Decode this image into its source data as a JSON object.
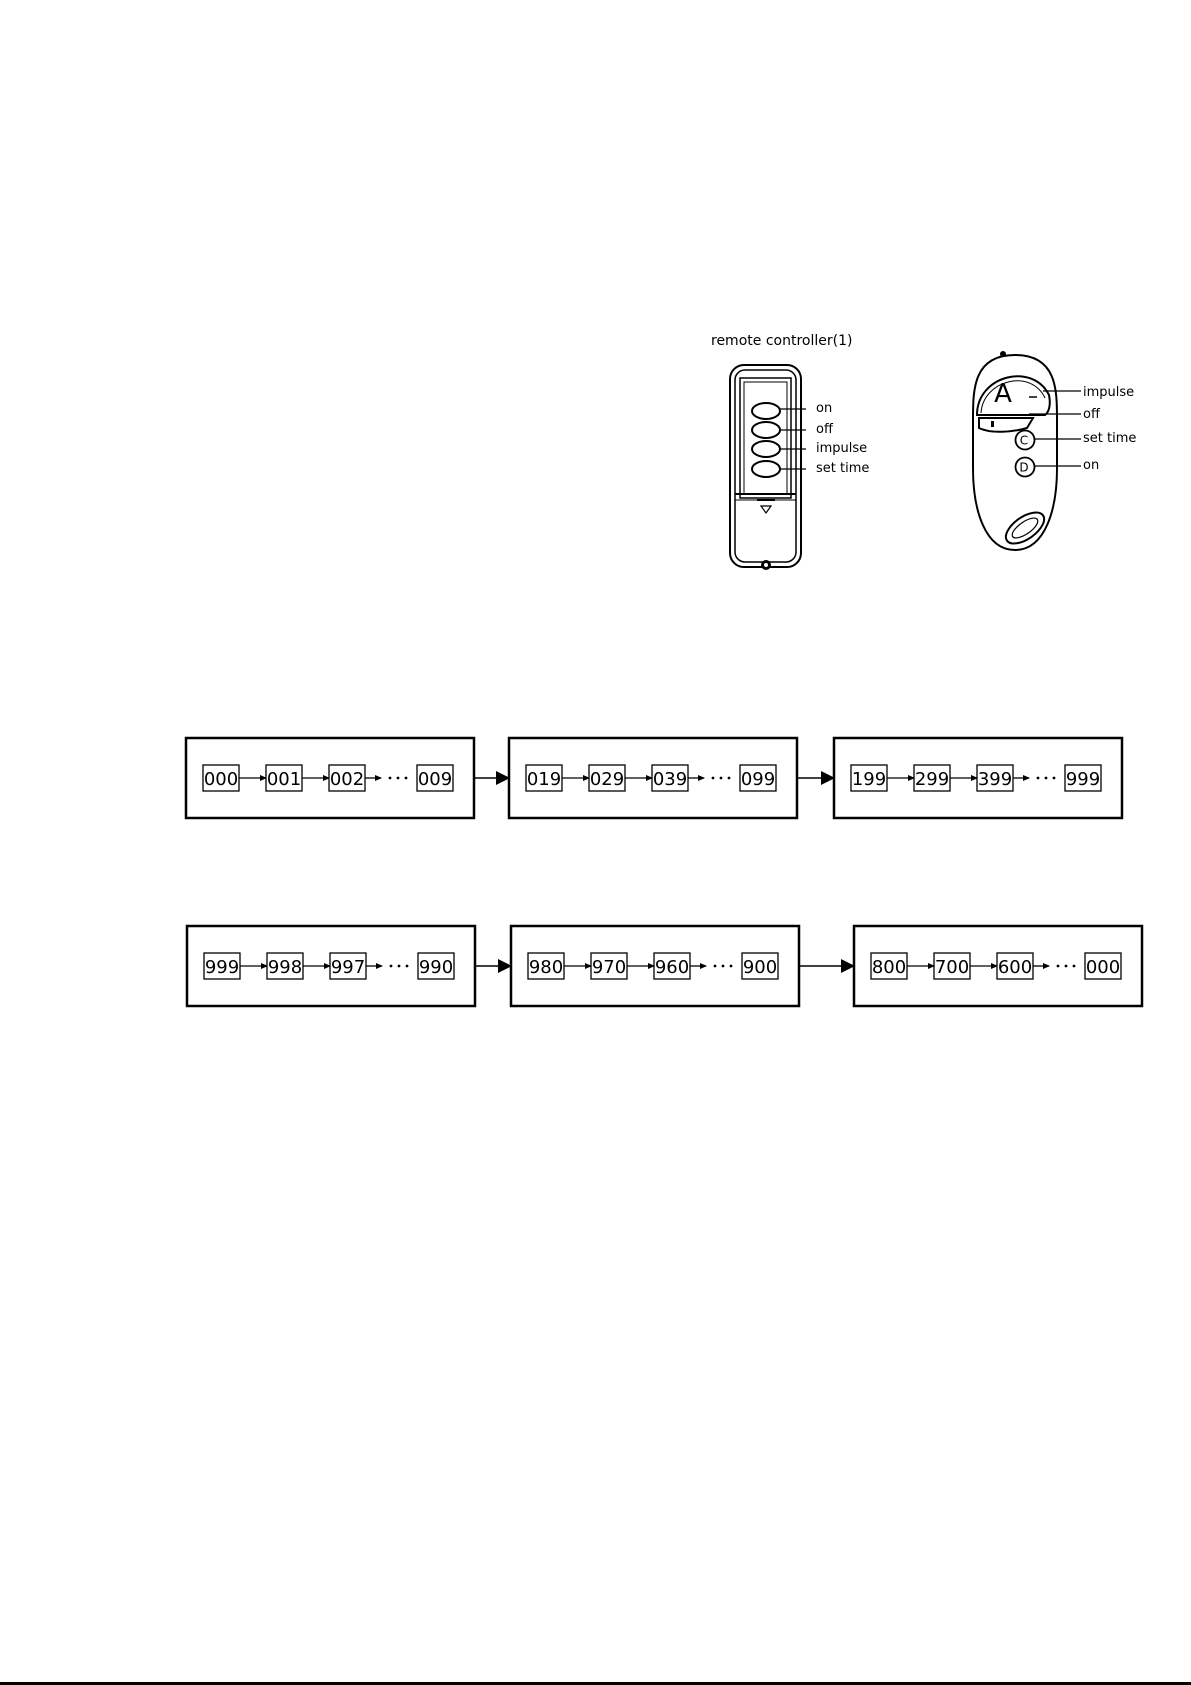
{
  "remote1": {
    "caption": "remote controller(1)",
    "labels": [
      "on",
      "off",
      "impulse",
      "set time"
    ]
  },
  "remote2": {
    "button_a": "A",
    "button_c": "C",
    "button_d": "D",
    "labels": [
      "impulse",
      "off",
      "set time",
      "on"
    ]
  },
  "sequence_up": {
    "groups": [
      [
        "000",
        "001",
        "002",
        "009"
      ],
      [
        "019",
        "029",
        "039",
        "099"
      ],
      [
        "199",
        "299",
        "399",
        "999"
      ]
    ]
  },
  "sequence_down": {
    "groups": [
      [
        "999",
        "998",
        "997",
        "990"
      ],
      [
        "980",
        "970",
        "960",
        "900"
      ],
      [
        "800",
        "700",
        "600",
        "000"
      ]
    ]
  }
}
